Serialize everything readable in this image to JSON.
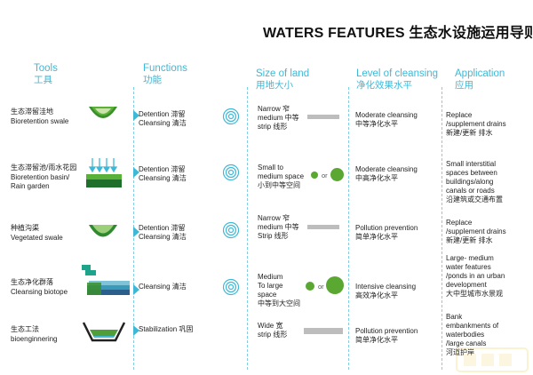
{
  "title": "WATERS FEATURES 生态水设施运用导则",
  "headers": {
    "tools": {
      "en": "Tools",
      "cn": "工具"
    },
    "functions": {
      "en": "Functions",
      "cn": "功能"
    },
    "size": {
      "en": "Size of land",
      "cn": "用地大小"
    },
    "level": {
      "en": "Level of cleansing",
      "cn": "净化效果水平"
    },
    "application": {
      "en": "Application",
      "cn": "应用"
    }
  },
  "rows": [
    {
      "tool_cn": "生态滞留洼地",
      "tool_en": "Bioretention swale",
      "func1": "Detention 滞留",
      "func2": "Cleansing 清洁",
      "size1": "Narrow 窄",
      "size2": "medium 中等",
      "size3": "strip 线形",
      "level_en": "Moderate cleansing",
      "level_cn": "中等净化水平",
      "app1": "Replace",
      "app2": "/supplement drains",
      "app3": "新建/更新 排水"
    },
    {
      "tool_cn": "生态滞留池/雨水花园",
      "tool_en": "Bioretention basin/",
      "tool_en2": "Rain garden",
      "func1": "Detention 滞留",
      "func2": "Cleansing 清洁",
      "size1": "Small to",
      "size2": "medium space",
      "size3": "小到中等空间",
      "or": "or",
      "level_en": "Moderate cleansing",
      "level_cn": "中高净化水平",
      "app1": "Small interstitial",
      "app2": "spaces between",
      "app3": "buildings/along",
      "app4": "canals or roads",
      "app5": "沿建筑或交通布置"
    },
    {
      "tool_cn": "种植沟渠",
      "tool_en": "Vegetated swale",
      "func1": "Detention 滞留",
      "func2": "Cleansing 清洁",
      "size1": "Narrow 窄",
      "size2": "medium 中等",
      "size3": "Strip 线形",
      "level_en": "Pollution prevention",
      "level_cn": "简单净化水平",
      "app1": "Replace",
      "app2": "/supplement drains",
      "app3": "新建/更新 排水"
    },
    {
      "tool_cn": "生态净化群落",
      "tool_en": "Cleansing biotope",
      "func1": "Cleansing 清洁",
      "size1": "Medium",
      "size2": "To large",
      "size3": "space",
      "size4": "中等到大空间",
      "or": "or",
      "level_en": "Intensive cleansing",
      "level_cn": "高效净化水平",
      "app1": "Large- medium",
      "app2": "water features",
      "app3": "/ponds in an urban",
      "app4": "development",
      "app5": "大中型城市水景观"
    },
    {
      "tool_cn": "生态工法",
      "tool_en": "bioenginnering",
      "func1": "Stabilization 巩固",
      "size1": "Wide 宽",
      "size2": "strip 线形",
      "level_en": "Pollution prevention",
      "level_cn": "简单净化水平",
      "app1": "Bank",
      "app2": "embankments of",
      "app3": "waterbodies",
      "app4": "/large canals",
      "app5": "河道护岸"
    }
  ],
  "colors": {
    "accent": "#3fb8d6",
    "green": "#5aa832",
    "bar": "#bdbdbd"
  }
}
